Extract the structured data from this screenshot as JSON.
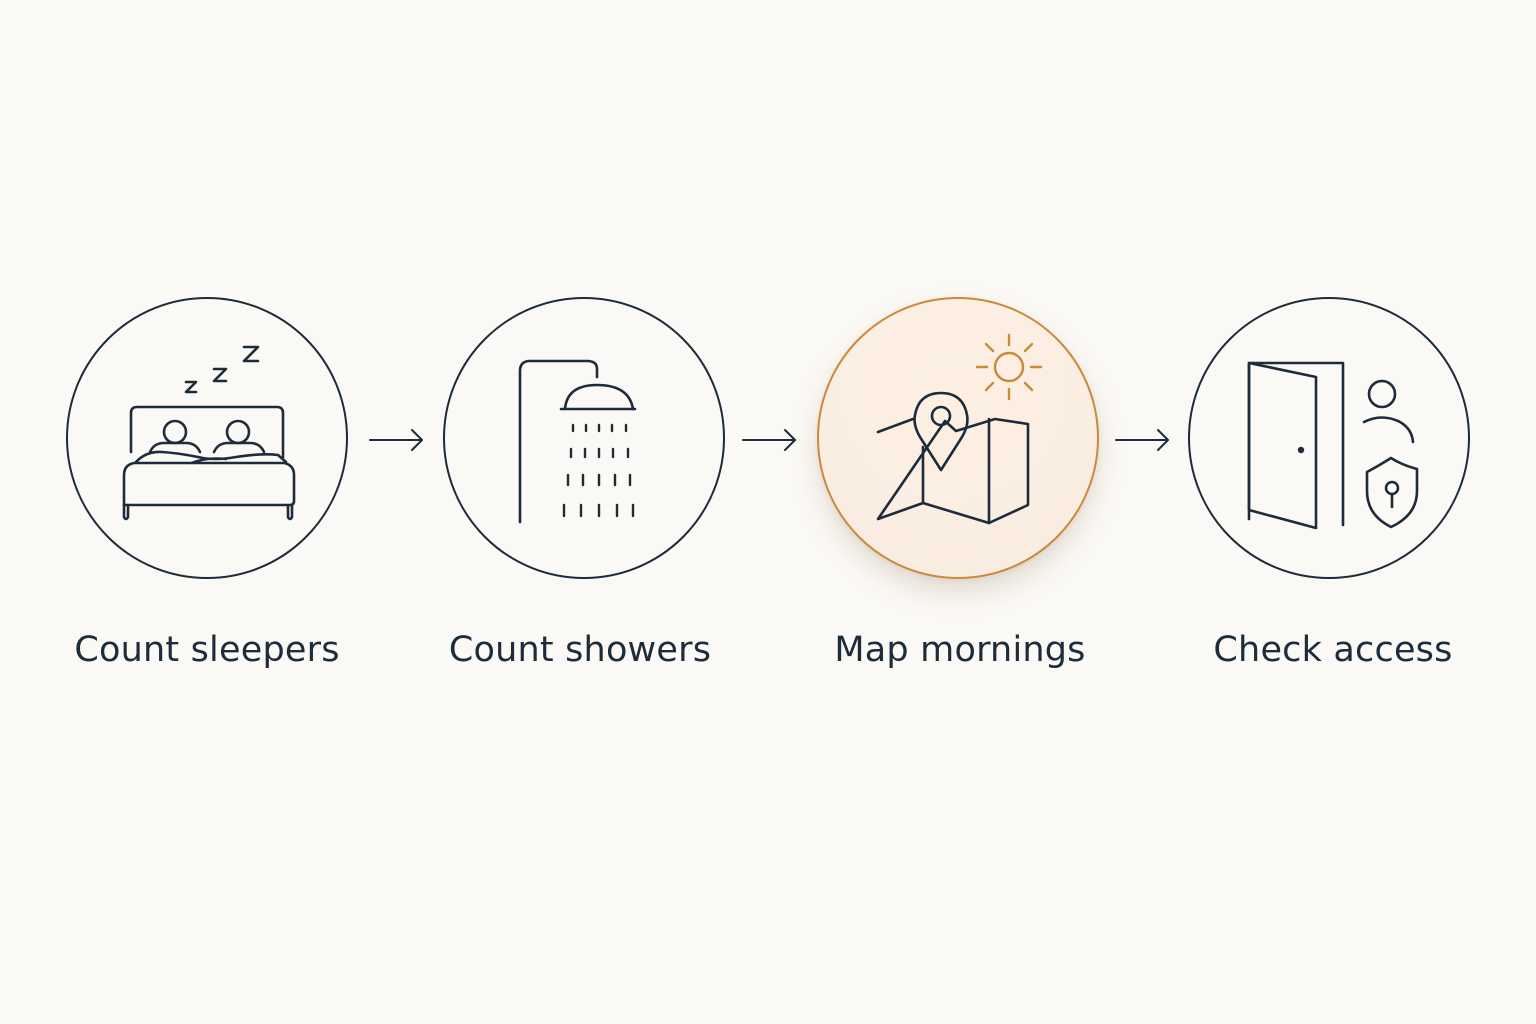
{
  "steps": [
    {
      "label": "Count sleepers",
      "icon": "bed-sleeping-icon",
      "highlighted": false
    },
    {
      "label": "Count showers",
      "icon": "shower-icon",
      "highlighted": false
    },
    {
      "label": "Map mornings",
      "icon": "map-pin-sun-icon",
      "highlighted": true
    },
    {
      "label": "Check access",
      "icon": "door-person-shield-icon",
      "highlighted": false
    }
  ],
  "colors": {
    "background": "#fbf9f5",
    "ink": "#1d2b3a",
    "accent": "#c98a3a",
    "highlight_fill": "#fbeee2"
  }
}
